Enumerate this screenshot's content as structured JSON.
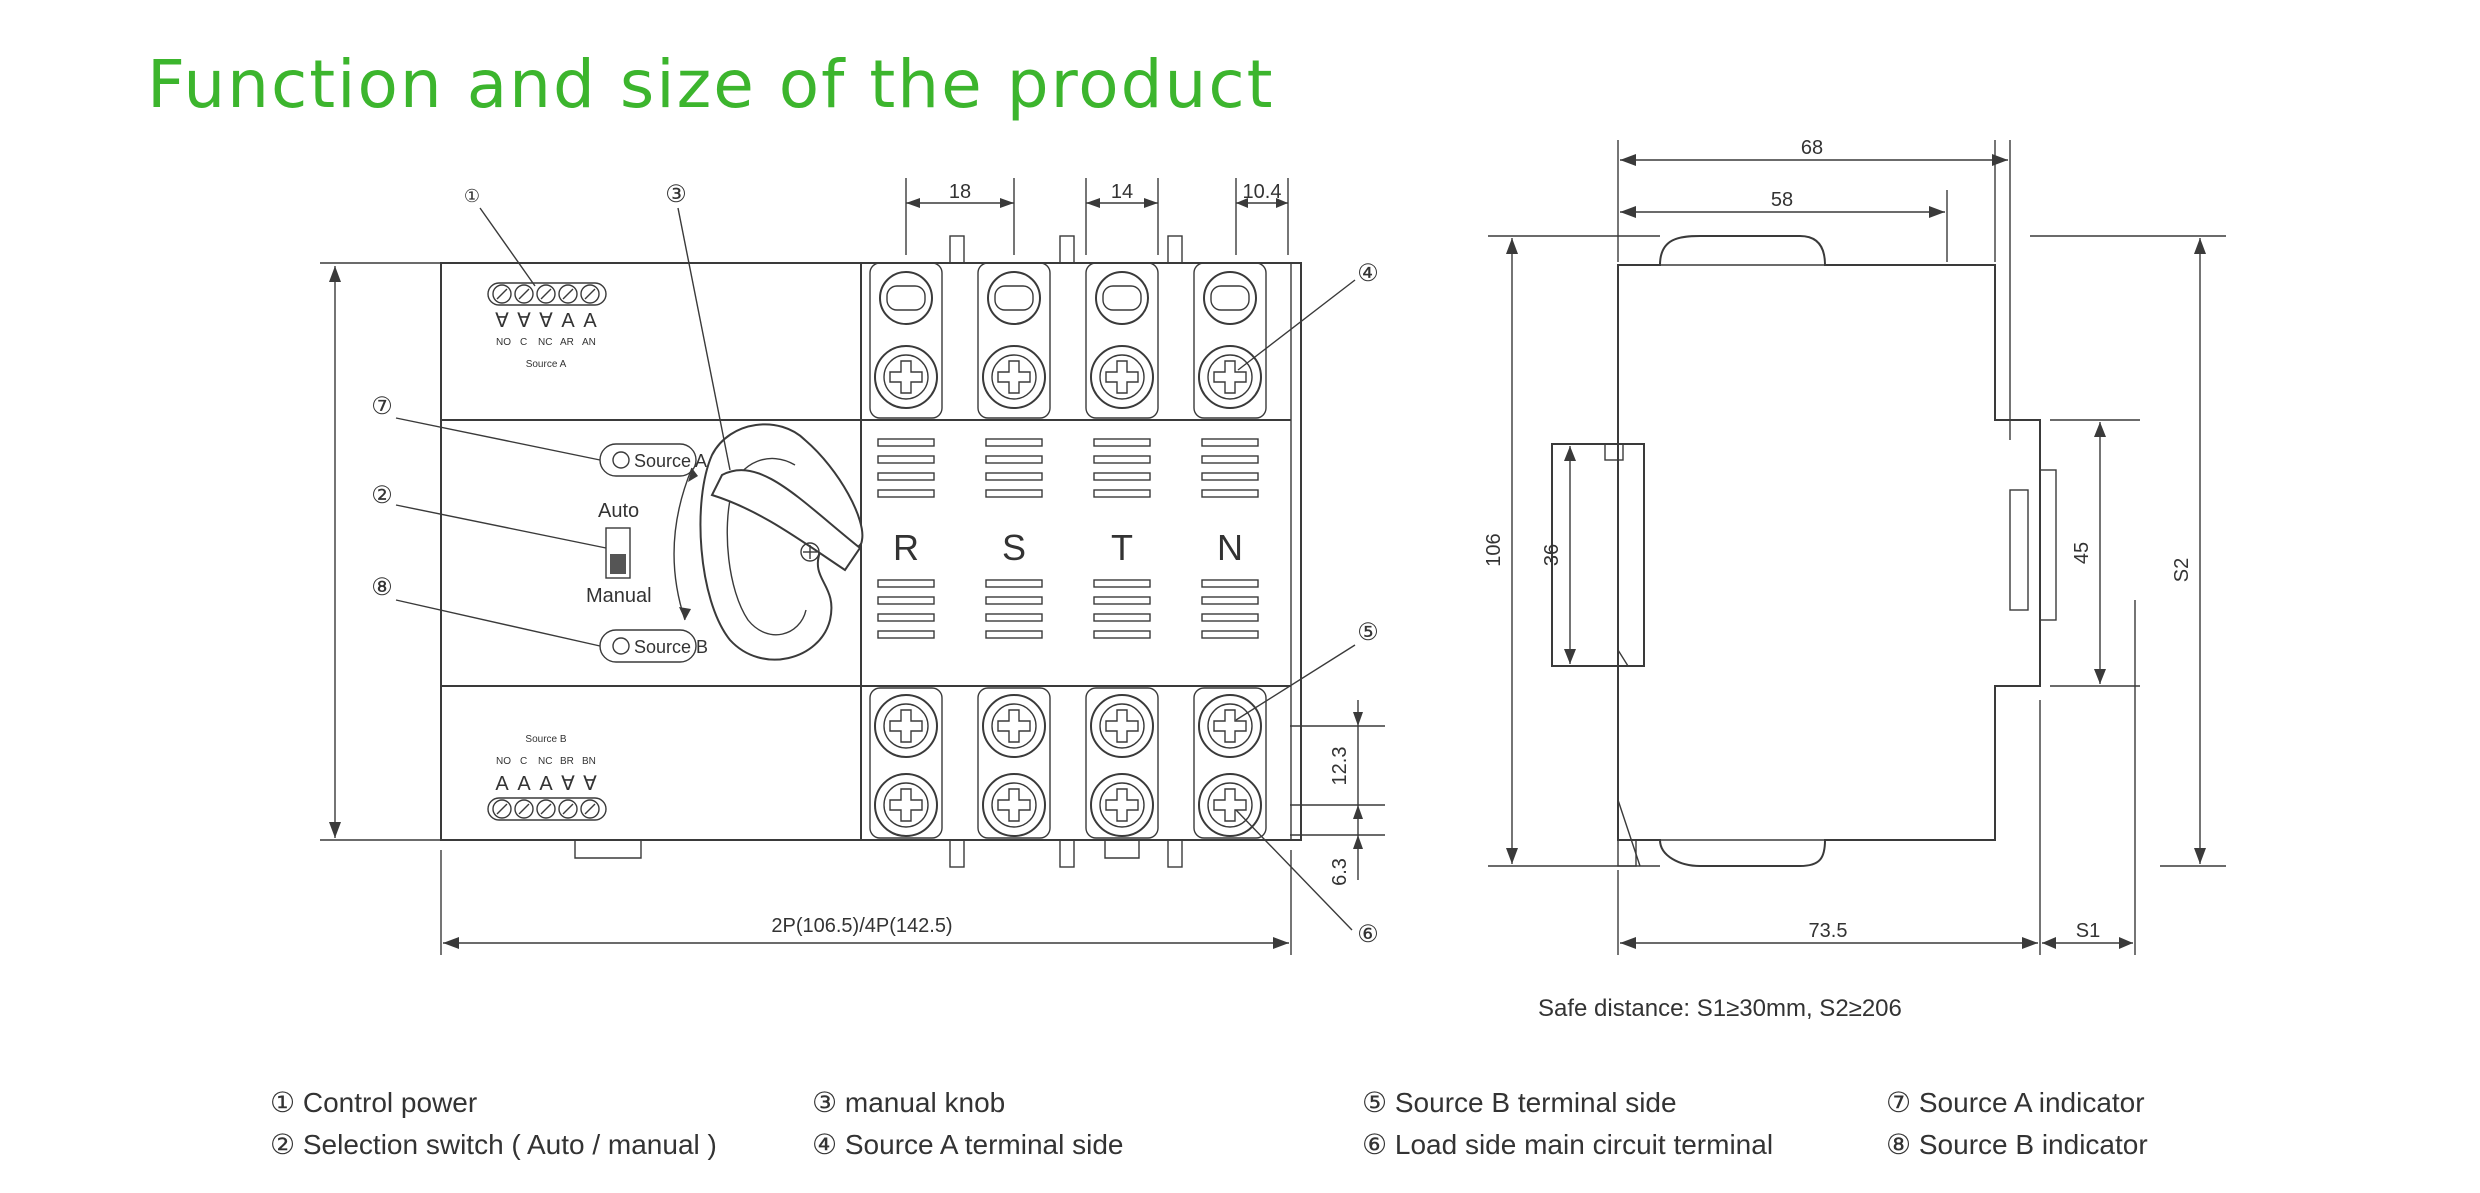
{
  "title": "Function and size of the product",
  "front_view": {
    "callouts": [
      "①",
      "②",
      "③",
      "④",
      "⑤",
      "⑥",
      "⑦",
      "⑧"
    ],
    "dimensions": {
      "pitch_1": "18",
      "pitch_2": "14",
      "pitch_3": "10.4",
      "terminal_pitch": "12.3",
      "terminal_offset": "6.3",
      "width": "2P(106.5)/4P(142.5)"
    },
    "source_a_block": {
      "terminals": [
        "NO",
        "C",
        "NC",
        "AR",
        "AN"
      ],
      "label": "Source A"
    },
    "source_b_block": {
      "terminals": [
        "NO",
        "C",
        "NC",
        "BR",
        "BN"
      ],
      "label": "Source B"
    },
    "indicator_a": "Source A",
    "indicator_b": "Source B",
    "switch_auto": "Auto",
    "switch_manual": "Manual",
    "phases": [
      "R",
      "S",
      "T",
      "N"
    ]
  },
  "side_view": {
    "dimensions": {
      "overall_depth": "68",
      "inner_depth": "58",
      "height": "106",
      "rail": "36",
      "front_height": "45",
      "S2": "S2",
      "bottom_depth": "73.5",
      "S1": "S1"
    },
    "safe_distance": "Safe distance:  S1≥30mm,  S2≥206"
  },
  "legend": [
    "① Control power",
    "② Selection switch ( Auto / manual )",
    "③ manual knob",
    "④ Source A terminal side",
    "⑤ Source B terminal side",
    "⑥ Load side main circuit terminal",
    "⑦ Source A indicator",
    "⑧ Source B indicator"
  ]
}
